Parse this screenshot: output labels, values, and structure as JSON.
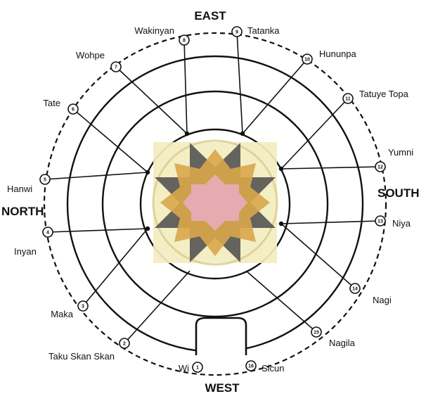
{
  "directions": {
    "east": "EAST",
    "west": "WEST",
    "north": "NORTH",
    "south": "SOUTH"
  },
  "stations": [
    {
      "num": "1",
      "name": "Wi"
    },
    {
      "num": "2",
      "name": "Taku Skan Skan"
    },
    {
      "num": "3",
      "name": "Maka"
    },
    {
      "num": "4",
      "name": "Inyan"
    },
    {
      "num": "5",
      "name": "Hanwi"
    },
    {
      "num": "6",
      "name": "Tate"
    },
    {
      "num": "7",
      "name": "Wohpe"
    },
    {
      "num": "8",
      "name": "Wakinyan"
    },
    {
      "num": "9",
      "name": "Tatanka"
    },
    {
      "num": "10",
      "name": "Hununpa"
    },
    {
      "num": "11",
      "name": "Tatuye Topa"
    },
    {
      "num": "12",
      "name": "Yumni"
    },
    {
      "num": "13",
      "name": "Niya"
    },
    {
      "num": "14",
      "name": "Nagi"
    },
    {
      "num": "15",
      "name": "Nagila"
    },
    {
      "num": "16",
      "name": "Sicun"
    }
  ],
  "colors": {
    "ink": "#111111",
    "center_square": "#f3edc0",
    "star_gold": "#d9a64a",
    "star_dark": "#4a4a4a",
    "center_pink": "#e6aab0"
  }
}
